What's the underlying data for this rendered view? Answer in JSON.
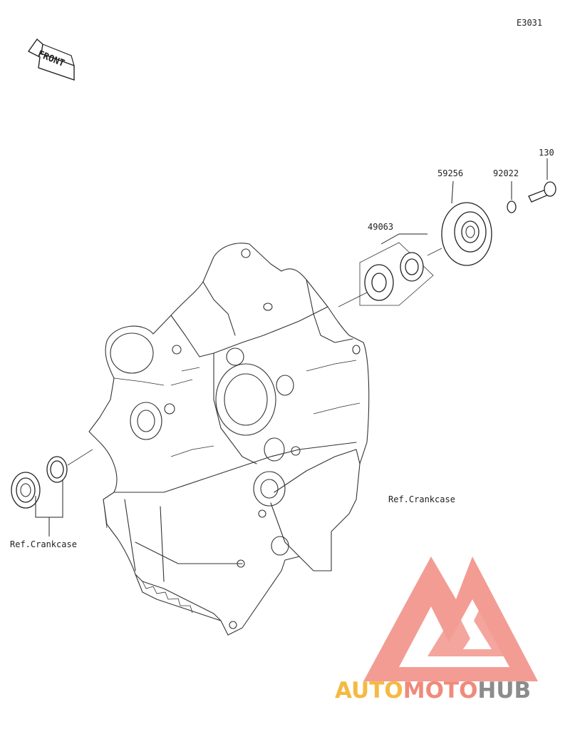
{
  "diagram_code": "E3031",
  "front_label": "FRONT",
  "parts": {
    "p130": "130",
    "p92022": "92022",
    "p59256": "59256",
    "p49063": "49063"
  },
  "ref_crankcase_left": "Ref.Crankcase",
  "ref_crankcase_right": "Ref.Crankcase",
  "watermark": {
    "part1": "AUTO",
    "part2": "MOTO",
    "part3": "HUB",
    "color1": "#f5b942",
    "color2": "#f08a7a",
    "color3": "#8c8c8c",
    "logo_color": "#f28b82"
  }
}
